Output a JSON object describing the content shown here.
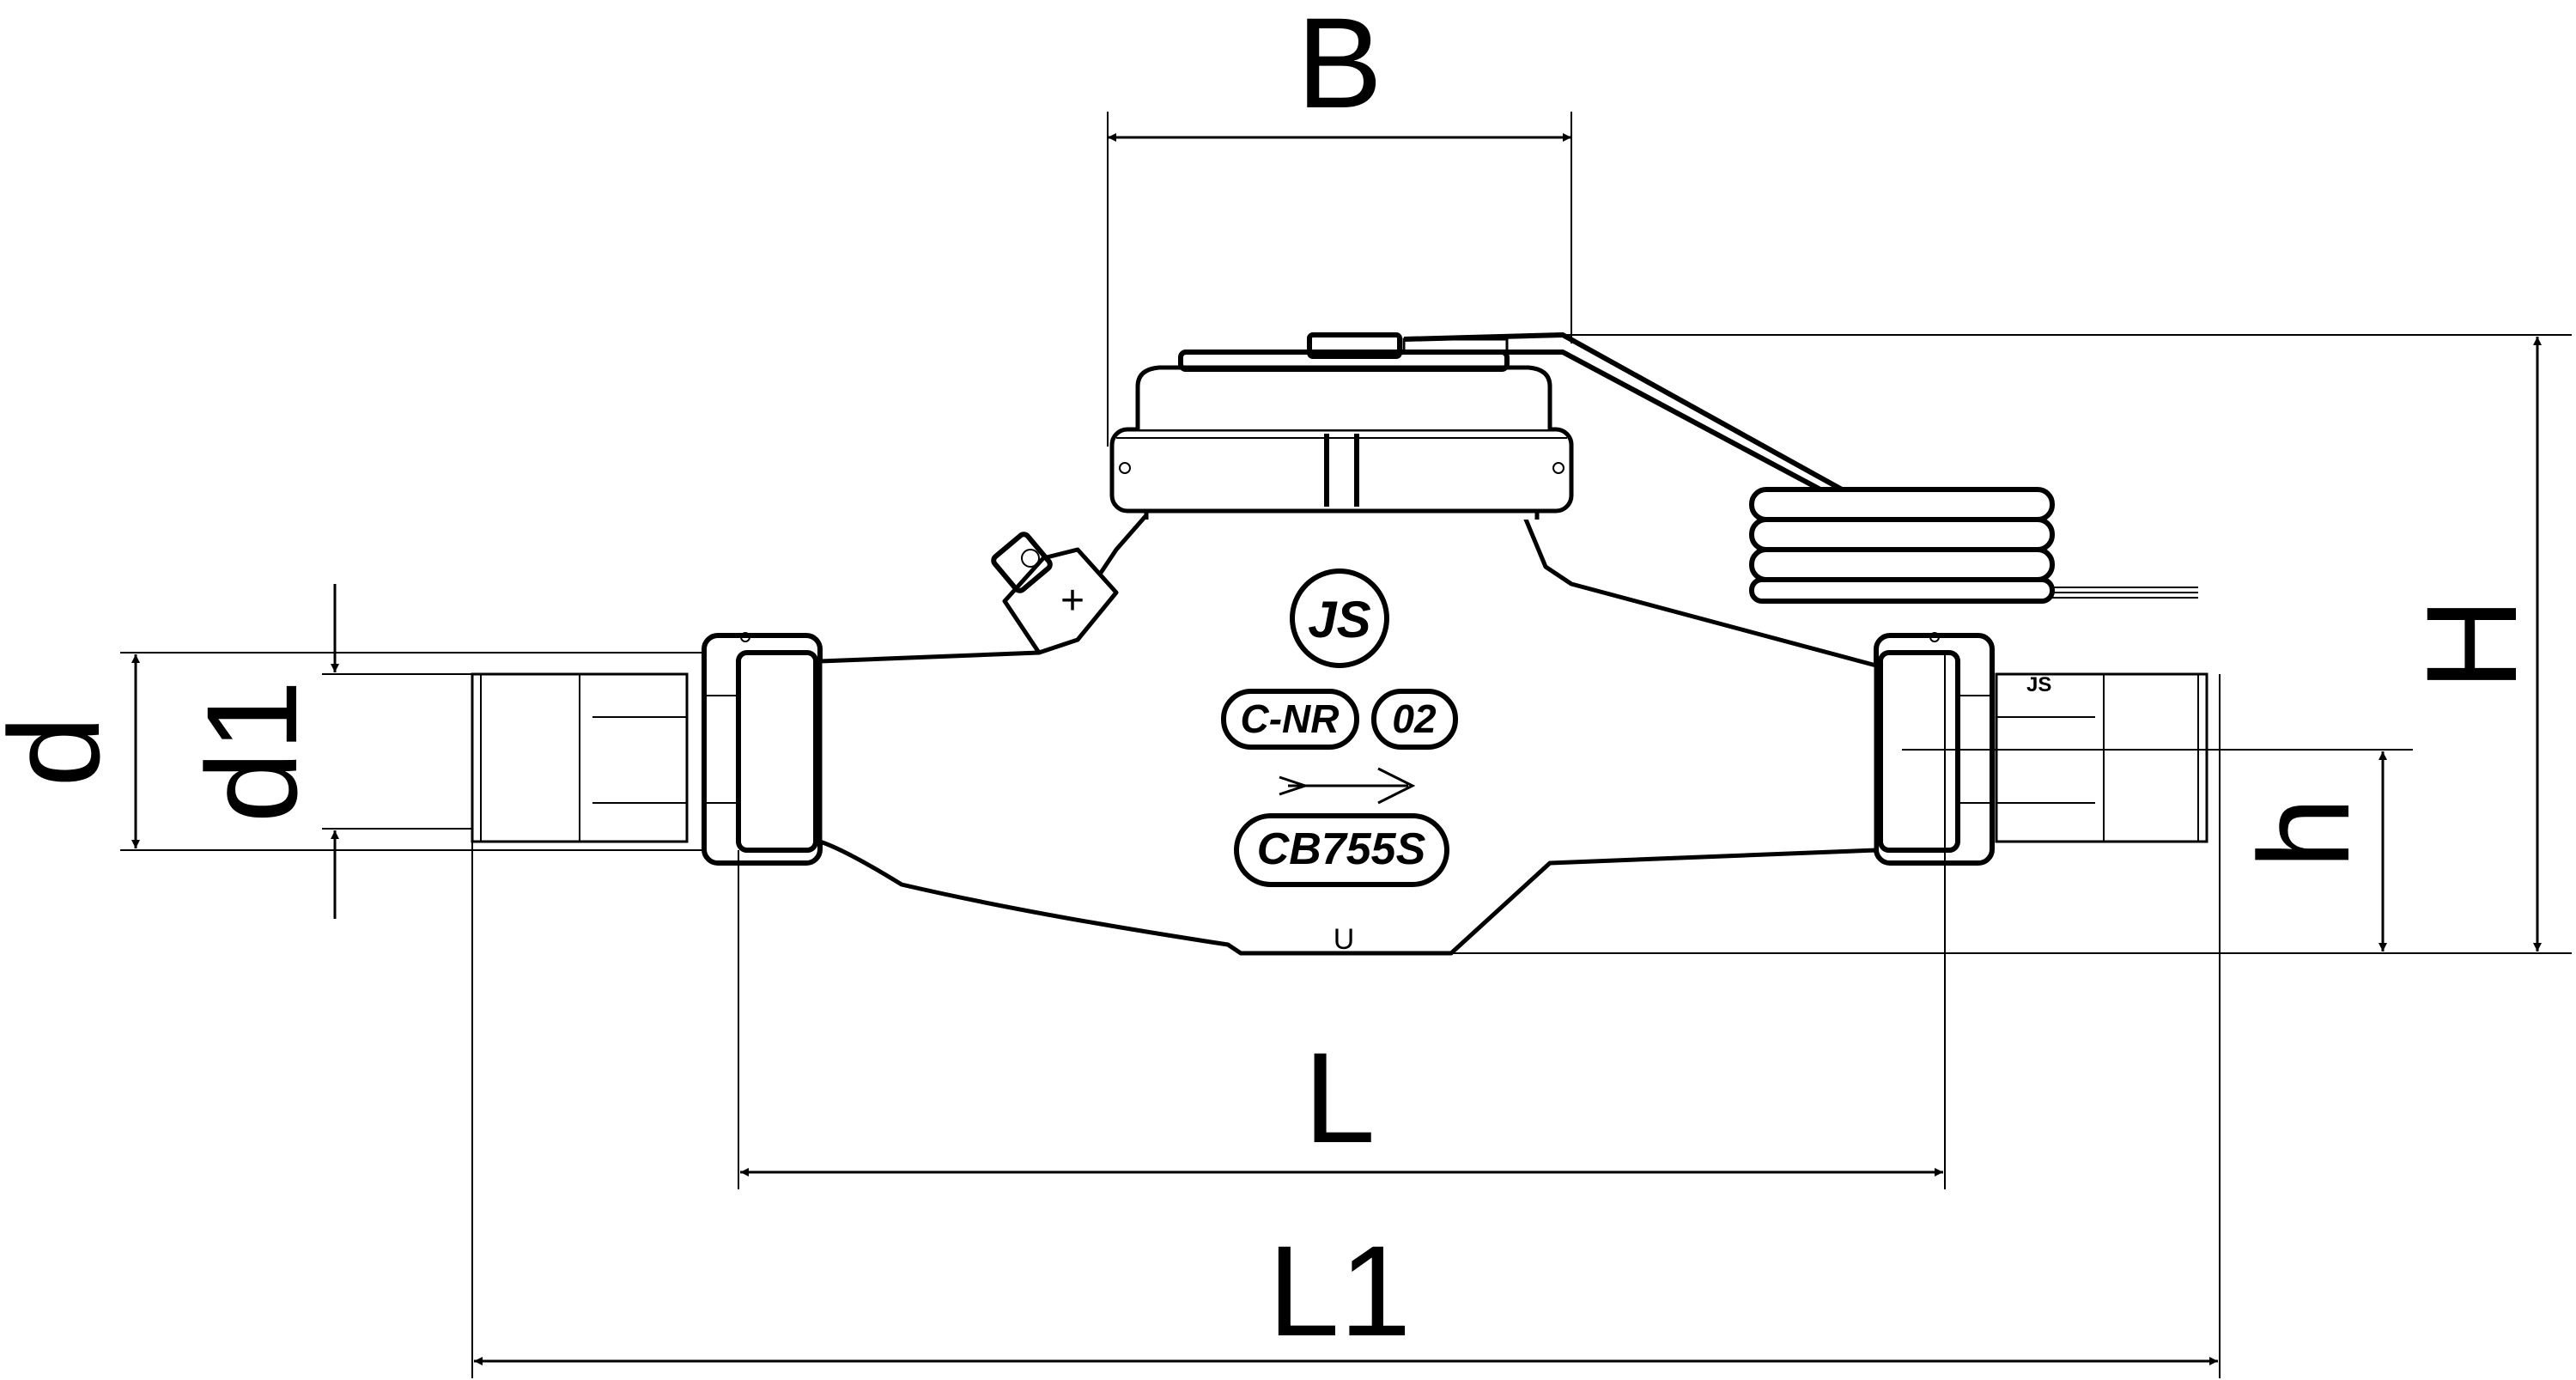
{
  "dimensions": {
    "B": "B",
    "H": "H",
    "h": "h",
    "d": "d",
    "d1": "d1",
    "L": "L",
    "L1": "L1"
  },
  "markings": {
    "logo": "JS",
    "class": "C-NR",
    "code": "02",
    "model": "CB755S",
    "bottom": "U",
    "plus": "+",
    "union": "JS"
  }
}
